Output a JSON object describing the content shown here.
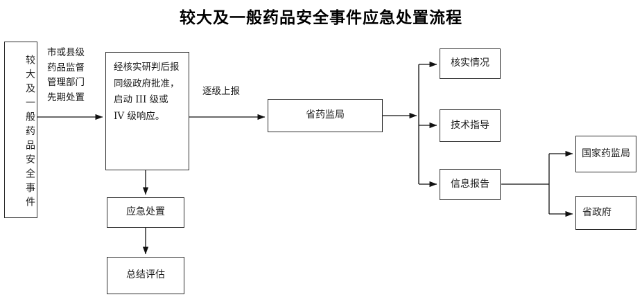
{
  "page": {
    "title": "较大及一般药品安全事件应急处置流程",
    "background": "#ffffff",
    "line_color": "#2b2b2b",
    "text_color": "#1b1b1b"
  },
  "nodes": {
    "incident": "较大及一般药品安全事件",
    "decision": "经核实研判后报同级政府批准，启动 III 级或 IV 级响应。",
    "provincial_nmpa": "省药监局",
    "emergency_response": "应急处置",
    "summary_evaluation": "总结评估",
    "verify_situation": "核实情况",
    "technical_guidance": "技术指导",
    "information_report": "信息报告",
    "national_nmpa": "国家药监局",
    "provincial_government": "省政府"
  },
  "edge_labels": {
    "initial_disposal": "市或县级\n药品监督\n管理部门\n先期处置",
    "level_by_level_report": "逐级上报"
  }
}
